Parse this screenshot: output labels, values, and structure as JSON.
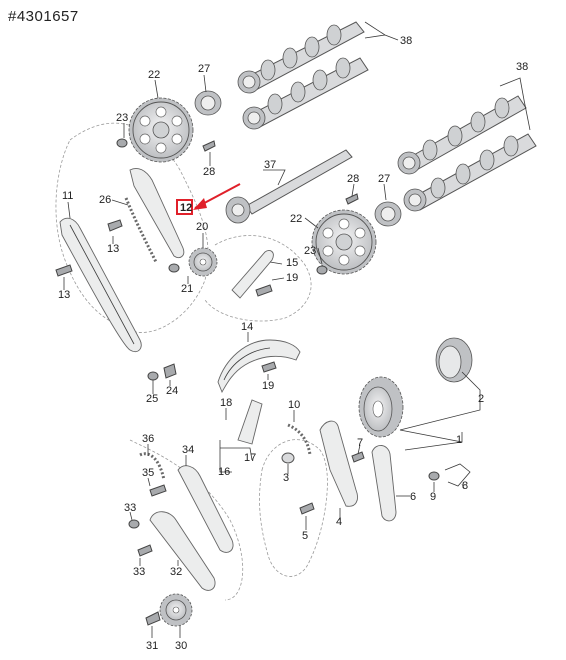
{
  "catalog_id": "#4301657",
  "highlight_color": "#e0202a",
  "highlighted_part": "12",
  "callouts": [
    {
      "label": "38"
    },
    {
      "label": "38"
    },
    {
      "label": "22"
    },
    {
      "label": "27"
    },
    {
      "label": "23"
    },
    {
      "label": "28"
    },
    {
      "label": "37"
    },
    {
      "label": "11"
    },
    {
      "label": "26"
    },
    {
      "label": "12"
    },
    {
      "label": "13"
    },
    {
      "label": "20"
    },
    {
      "label": "28"
    },
    {
      "label": "27"
    },
    {
      "label": "22"
    },
    {
      "label": "23"
    },
    {
      "label": "15"
    },
    {
      "label": "19"
    },
    {
      "label": "21"
    },
    {
      "label": "13"
    },
    {
      "label": "14"
    },
    {
      "label": "19"
    },
    {
      "label": "25"
    },
    {
      "label": "24"
    },
    {
      "label": "2"
    },
    {
      "label": "1"
    },
    {
      "label": "18"
    },
    {
      "label": "10"
    },
    {
      "label": "36"
    },
    {
      "label": "34"
    },
    {
      "label": "16"
    },
    {
      "label": "17"
    },
    {
      "label": "7"
    },
    {
      "label": "3"
    },
    {
      "label": "35"
    },
    {
      "label": "9"
    },
    {
      "label": "8"
    },
    {
      "label": "6"
    },
    {
      "label": "33"
    },
    {
      "label": "4"
    },
    {
      "label": "5"
    },
    {
      "label": "33"
    },
    {
      "label": "32"
    },
    {
      "label": "31"
    },
    {
      "label": "30"
    }
  ]
}
